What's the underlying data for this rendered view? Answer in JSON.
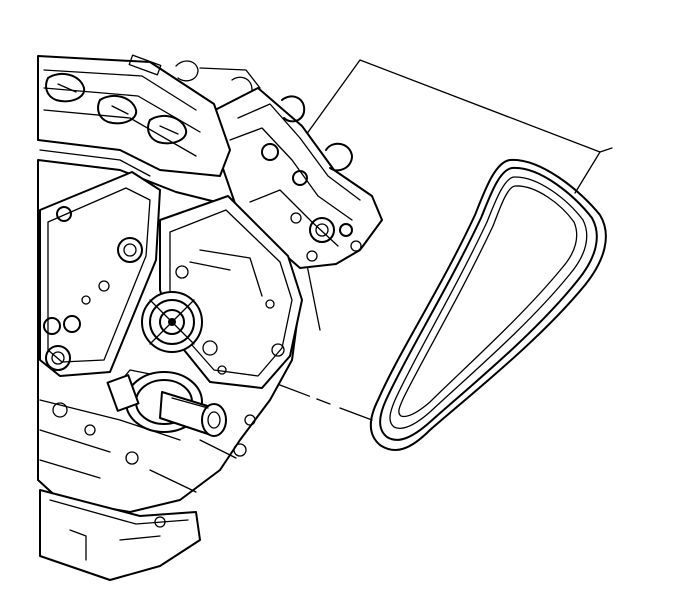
{
  "figure": {
    "type": "line-art-illustration",
    "components": [
      {
        "id": "engine-block",
        "icon": "engine-icon"
      },
      {
        "id": "cylinder-head-left",
        "icon": "cylinder-head-icon"
      },
      {
        "id": "cylinder-head-right",
        "icon": "cylinder-head-icon"
      },
      {
        "id": "crankshaft-pulley",
        "icon": "pulley-icon"
      },
      {
        "id": "idler-pulley",
        "icon": "pulley-icon"
      },
      {
        "id": "oil-pan",
        "icon": "oil-pan-icon"
      },
      {
        "id": "drive-belt",
        "icon": "belt-icon"
      }
    ],
    "callout_style": "dashed-leader-lines",
    "line_color": "#000000",
    "background_color": "#ffffff"
  }
}
